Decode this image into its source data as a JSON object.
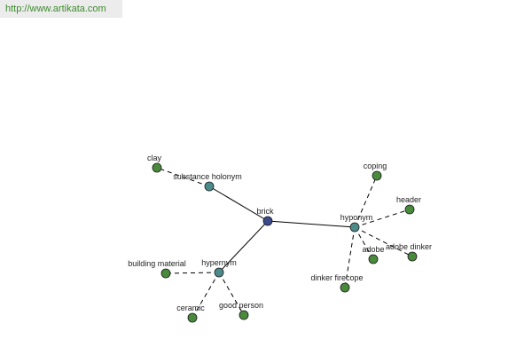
{
  "banner": {
    "url_text": "http://www.artikata.com"
  },
  "colors": {
    "root_node": "#3a4a8a",
    "relation_node": "#4d8b8b",
    "leaf_node": "#4a8a3c",
    "node_stroke": "#1a1a1a",
    "edge": "#000000",
    "banner_text": "#3d8b2e",
    "banner_bg": "#ececec"
  },
  "graph": {
    "root": {
      "id": "brick",
      "label": "brick"
    },
    "relations": [
      {
        "id": "substance-holonym",
        "label": "substance holonym",
        "children": [
          {
            "id": "clay",
            "label": "clay"
          }
        ]
      },
      {
        "id": "hyponym",
        "label": "hyponym",
        "children": [
          {
            "id": "coping",
            "label": "coping"
          },
          {
            "id": "header",
            "label": "header"
          },
          {
            "id": "adobe",
            "label": "adobe"
          },
          {
            "id": "adobe-dinker",
            "label": "adobe dinker"
          },
          {
            "id": "dinker-firecope",
            "label": "dinker firecope"
          }
        ]
      },
      {
        "id": "hypernym",
        "label": "hypernym",
        "children": [
          {
            "id": "building-material",
            "label": "building material"
          },
          {
            "id": "ceramic",
            "label": "ceramic"
          },
          {
            "id": "good-person",
            "label": "good person"
          }
        ]
      }
    ]
  }
}
